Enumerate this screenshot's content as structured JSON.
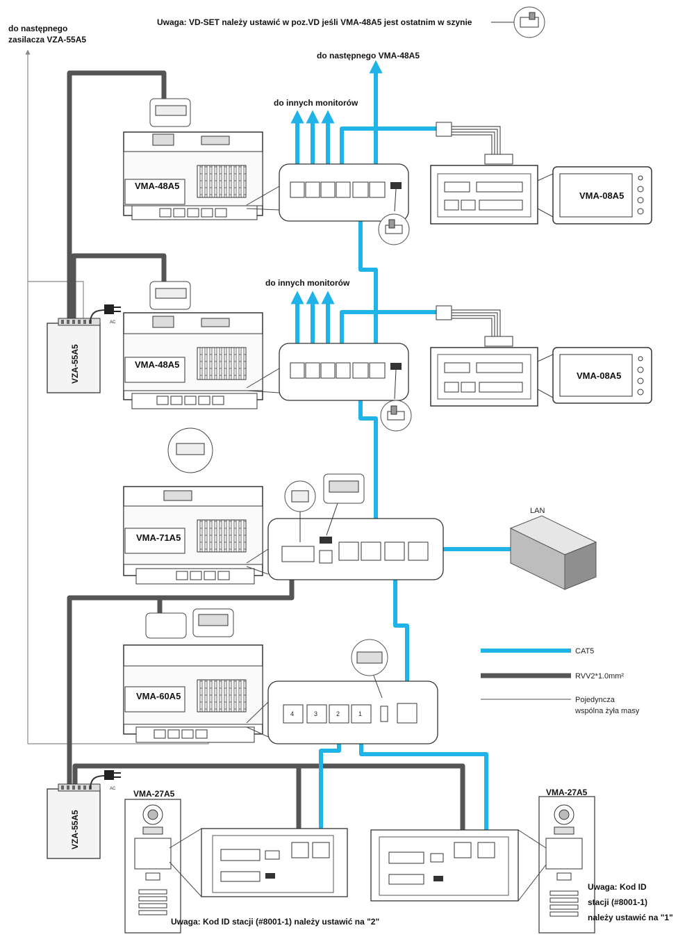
{
  "title_note": "Uwaga: VD-SET należy ustawić w poz.VD jeśli VMA-48A5 jest ostatnim w szynie",
  "top_left_line1": "do następnego",
  "top_left_line2": "zasilacza VZA-55A5",
  "to_next_vma48": "do następnego  VMA-48A5",
  "to_other_monitors": "do innych monitorów",
  "devices": {
    "vma48a": "VMA-48A5",
    "vma48b": "VMA-48A5",
    "vma71": "VMA-71A5",
    "vma60": "VMA-60A5",
    "vza_top": "VZA-55A5",
    "vza_bottom": "VZA-55A5",
    "vma08a": "VMA-08A5",
    "vma08b": "VMA-08A5",
    "vma27_left": "VMA-27A5",
    "vma27_right": "VMA-27A5"
  },
  "ac": "AC",
  "lan": "LAN",
  "legend": {
    "cat5": "CAT5",
    "rvv": "RVV2*1.0mm²",
    "single_line1": "Pojedyncza",
    "single_line2": "wspólna żyła masy",
    "colors": {
      "cat5": "#1fb3e8",
      "rvv": "#555555",
      "single": "#888888"
    }
  },
  "port_labels_60": [
    "4",
    "3",
    "2",
    "1"
  ],
  "bottom_note": "Uwaga: Kod ID stacji (#8001-1) należy ustawić na \"2\"",
  "right_note_line1": "Uwaga: Kod ID",
  "right_note_line2": "stacji (#8001-1)",
  "right_note_line3": "należy ustawić na \"1\""
}
